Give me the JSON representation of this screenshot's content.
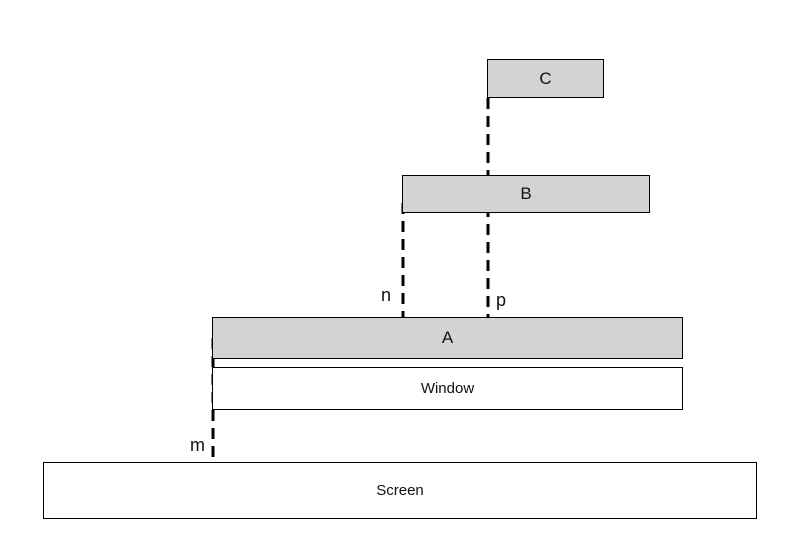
{
  "diagram": {
    "boxes": {
      "c": "C",
      "b": "B",
      "a": "A",
      "window": "Window",
      "screen": "Screen"
    },
    "offsets": {
      "n": "n",
      "p": "p",
      "m": "m"
    },
    "colors": {
      "window_layer_fill": "#d3d3d3",
      "base_fill": "#ffffff",
      "stroke": "#000000"
    }
  }
}
